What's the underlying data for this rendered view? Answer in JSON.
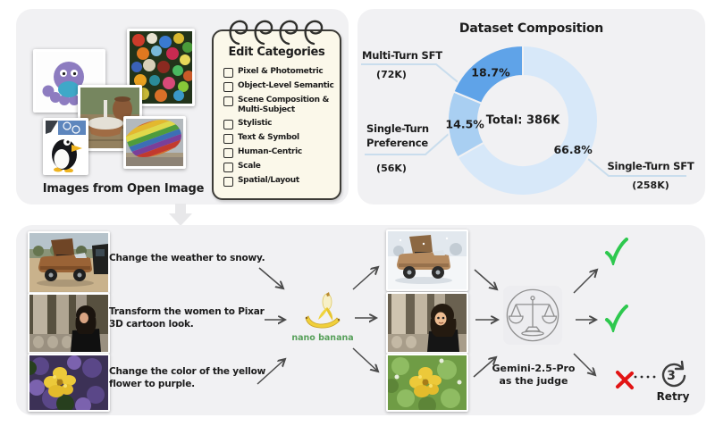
{
  "left_panel": {
    "caption": "Images from Open Image",
    "image_names": [
      "octopus-toy",
      "flower-painting",
      "pottery-bowl",
      "penguin-cartoon",
      "rainbow-fabric"
    ],
    "notepad": {
      "title": "Edit Categories",
      "items": [
        "Pixel & Photometric",
        "Object-Level Semantic",
        "Scene Composition & Multi-Subject",
        "Stylistic",
        "Text & Symbol",
        "Human-Centric",
        "Scale",
        "Spatial/Layout"
      ]
    }
  },
  "chart_data": {
    "type": "donut",
    "title": "Dataset Composition",
    "center_label": "Total: 386K",
    "total": "386K",
    "direction": "clockwise",
    "start_angle_deg": 0,
    "legend_position": "outside-callouts",
    "segments": [
      {
        "label": "Single-Turn SFT",
        "count_label": "(258K)",
        "percent": 66.8,
        "color": "#d7e8f9"
      },
      {
        "label": "Single-Turn Preference",
        "count_label": "(56K)",
        "percent": 14.5,
        "color": "#a9cff2"
      },
      {
        "label": "Multi-Turn SFT",
        "count_label": "(72K)",
        "percent": 18.7,
        "color": "#5fa3e8"
      }
    ]
  },
  "pipeline": {
    "instructions": [
      "Change the weather to snowy.",
      "Transform the women to Pixar\n3D cartoon look.",
      "Change the color of the yellow\nflower to purple."
    ],
    "model_label": "nano banana",
    "model_color": "#57a05a",
    "judge_label": "Gemini-2.5-Pro\nas the judge",
    "results": [
      "pass",
      "pass",
      "fail"
    ],
    "result_icons": [
      "green-check",
      "green-check",
      "red-cross"
    ],
    "retry_count": "3",
    "retry_label": "Retry",
    "check_color": "#2ec84e",
    "cross_color": "#e21414"
  }
}
